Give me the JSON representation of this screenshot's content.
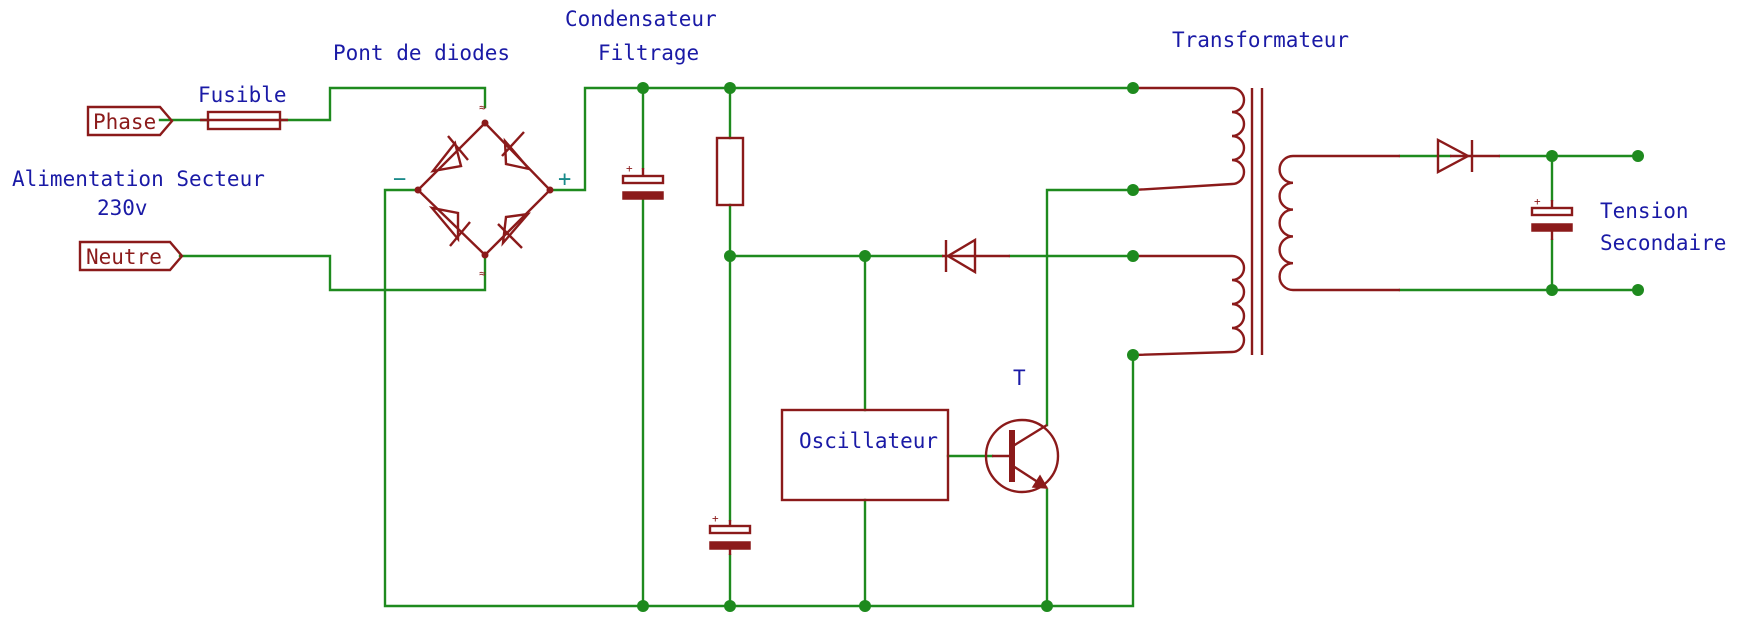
{
  "labels": {
    "phase": "Phase",
    "neutre": "Neutre",
    "fusible": "Fusible",
    "alim_line1": "Alimentation Secteur",
    "alim_line2": "230v",
    "pont": "Pont de diodes",
    "cond_line1": "Condensateur",
    "cond_line2": "Filtrage",
    "transfo": "Transformateur",
    "oscillateur": "Oscillateur",
    "transistor": "T",
    "tension_line1": "Tension",
    "tension_line2": "Secondaire",
    "bridge_minus": "−",
    "bridge_plus": "+",
    "ac_mark": "≈",
    "cap_plus": "+"
  },
  "colors": {
    "wire": "#1e8a1e",
    "component": "#8b1a1a",
    "text": "#1a1aa6",
    "bridge_sign": "#1a8a8a"
  }
}
